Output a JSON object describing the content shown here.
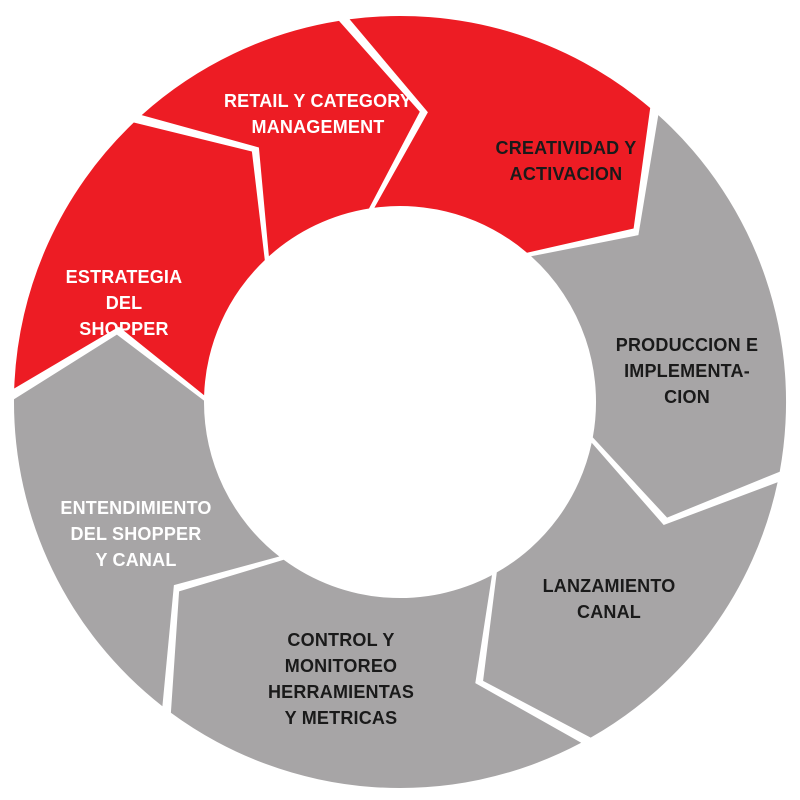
{
  "colors": {
    "red": "#ed1c24",
    "gray": "#a7a5a6",
    "red_text": "#ffffff",
    "gray_text": "#1a1a1a",
    "background": "#ffffff"
  },
  "segments": [
    {
      "id": "retail",
      "color": "red",
      "lines": [
        "RETAIL Y CATEGORY",
        "MANAGEMENT"
      ]
    },
    {
      "id": "creatividad",
      "color": "gray",
      "lines": [
        "CREATIVIDAD Y",
        "ACTIVACION"
      ]
    },
    {
      "id": "produccion",
      "color": "gray",
      "lines": [
        "PRODUCCION E",
        "IMPLEMENTA-",
        "CION"
      ]
    },
    {
      "id": "lanzamiento",
      "color": "gray",
      "lines": [
        "LANZAMIENTO",
        "CANAL"
      ]
    },
    {
      "id": "control",
      "color": "gray",
      "lines": [
        "CONTROL Y",
        "MONITOREO",
        "HERRAMIENTAS",
        "Y METRICAS"
      ]
    },
    {
      "id": "entendimiento",
      "color": "red",
      "lines": [
        "ENTENDIMIENTO",
        "DEL SHOPPER",
        "Y CANAL"
      ]
    },
    {
      "id": "estrategia",
      "color": "red",
      "lines": [
        "ESTRATEGIA",
        "DEL",
        "SHOPPER"
      ]
    }
  ]
}
